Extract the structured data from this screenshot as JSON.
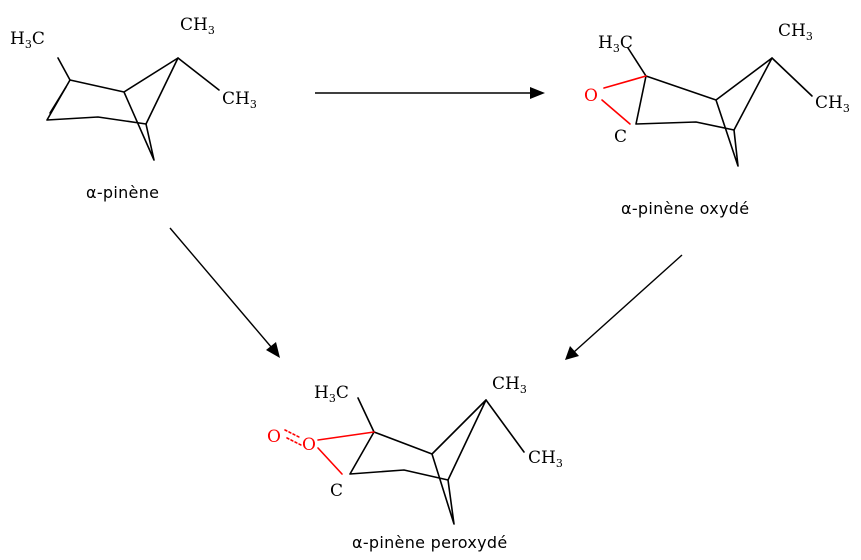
{
  "molecules": {
    "pinene": {
      "caption": "α-pinène",
      "group_h3c": "H",
      "group_h3c_sub": "3",
      "group_h3c_tail": "C",
      "group_ch3_top": "CH",
      "group_ch3_top_sub": "3",
      "group_ch3_right": "CH",
      "group_ch3_right_sub": "3"
    },
    "oxide": {
      "caption": "α-pinène oxydé",
      "group_h3c": "H",
      "group_h3c_sub": "3",
      "group_h3c_tail": "C",
      "group_ch3_top": "CH",
      "group_ch3_top_sub": "3",
      "group_ch3_right": "CH",
      "group_ch3_right_sub": "3",
      "atom_o": "O",
      "atom_c": "C"
    },
    "peroxide": {
      "caption": "α-pinène peroxydé",
      "group_h3c": "H",
      "group_h3c_sub": "3",
      "group_h3c_tail": "C",
      "group_ch3_top": "CH",
      "group_ch3_top_sub": "3",
      "group_ch3_right": "CH",
      "group_ch3_right_sub": "3",
      "atom_o1": "O",
      "atom_o2": "O",
      "atom_c": "C"
    }
  },
  "colors": {
    "bonds": "#000000",
    "oxygen": "#ff0000"
  }
}
